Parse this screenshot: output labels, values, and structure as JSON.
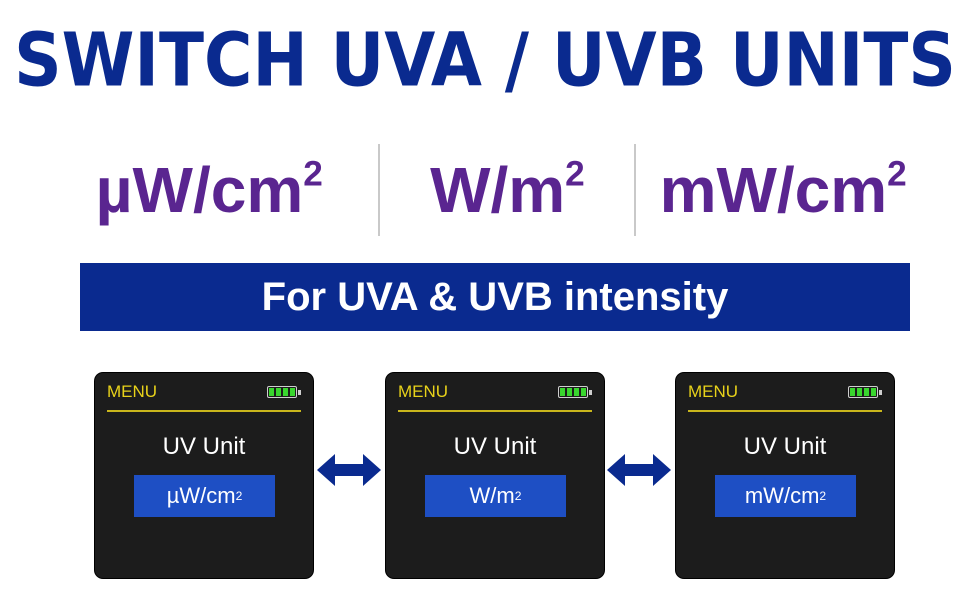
{
  "headline": "SWITCH UVA / UVB UNITS",
  "units": [
    {
      "base": "µW/cm",
      "sup": "2"
    },
    {
      "base": "W/m",
      "sup": "2"
    },
    {
      "base": "mW/cm",
      "sup": "2"
    }
  ],
  "banner": "For UVA & UVB intensity",
  "screens": [
    {
      "menu": "MENU",
      "title": "UV Unit",
      "value_base": "µW/cm",
      "value_sup": "2"
    },
    {
      "menu": "MENU",
      "title": "UV Unit",
      "value_base": "W/m",
      "value_sup": "2"
    },
    {
      "menu": "MENU",
      "title": "UV Unit",
      "value_base": "mW/cm",
      "value_sup": "2"
    }
  ],
  "icons": {
    "arrow": "double-arrow-icon",
    "battery": "battery-full-icon"
  },
  "colors": {
    "navy": "#0a2a8f",
    "purple": "#5a2590",
    "lcd_accent": "#e8d21a",
    "lcd_value_bg": "#1e4fc4"
  }
}
